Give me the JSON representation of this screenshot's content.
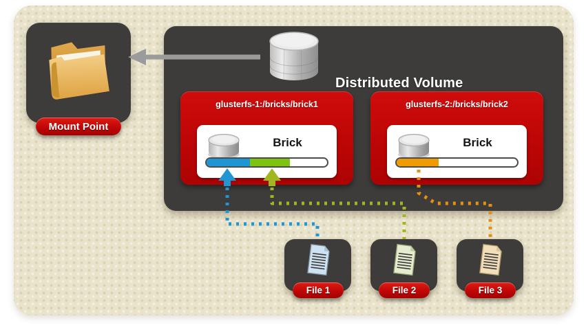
{
  "diagram": {
    "volume_title": "Distributed Volume",
    "mount_point_label": "Mount Point",
    "bricks": [
      {
        "path": "glusterfs-1:/bricks/brick1",
        "label": "Brick",
        "usage_segments": [
          {
            "color": "#1f96d4",
            "pct": 36
          },
          {
            "color": "#7dc30f",
            "pct": 33
          }
        ]
      },
      {
        "path": "glusterfs-2:/bricks/brick2",
        "label": "Brick",
        "usage_segments": [
          {
            "color": "#f09b02",
            "pct": 35
          }
        ]
      }
    ],
    "files": [
      {
        "label": "File 1",
        "arrow_color": "#2196d3",
        "icon_tint": "#cfe2f2"
      },
      {
        "label": "File 2",
        "arrow_color": "#a2b71f",
        "icon_tint": "#e6ecce"
      },
      {
        "label": "File 3",
        "arrow_color": "#e88f0e",
        "icon_tint": "#f2dfb9"
      }
    ],
    "colors": {
      "canvas_bg": "#e9e3cb",
      "box_dark": "#3d3c3a",
      "card_red": "#c20606",
      "arrow_gray": "#9b9b9b"
    },
    "icons": {
      "volume": "database-cylinder-icon",
      "brick": "disk-cylinder-icon",
      "mount_point": "folder-icon",
      "file": "document-icon"
    }
  }
}
